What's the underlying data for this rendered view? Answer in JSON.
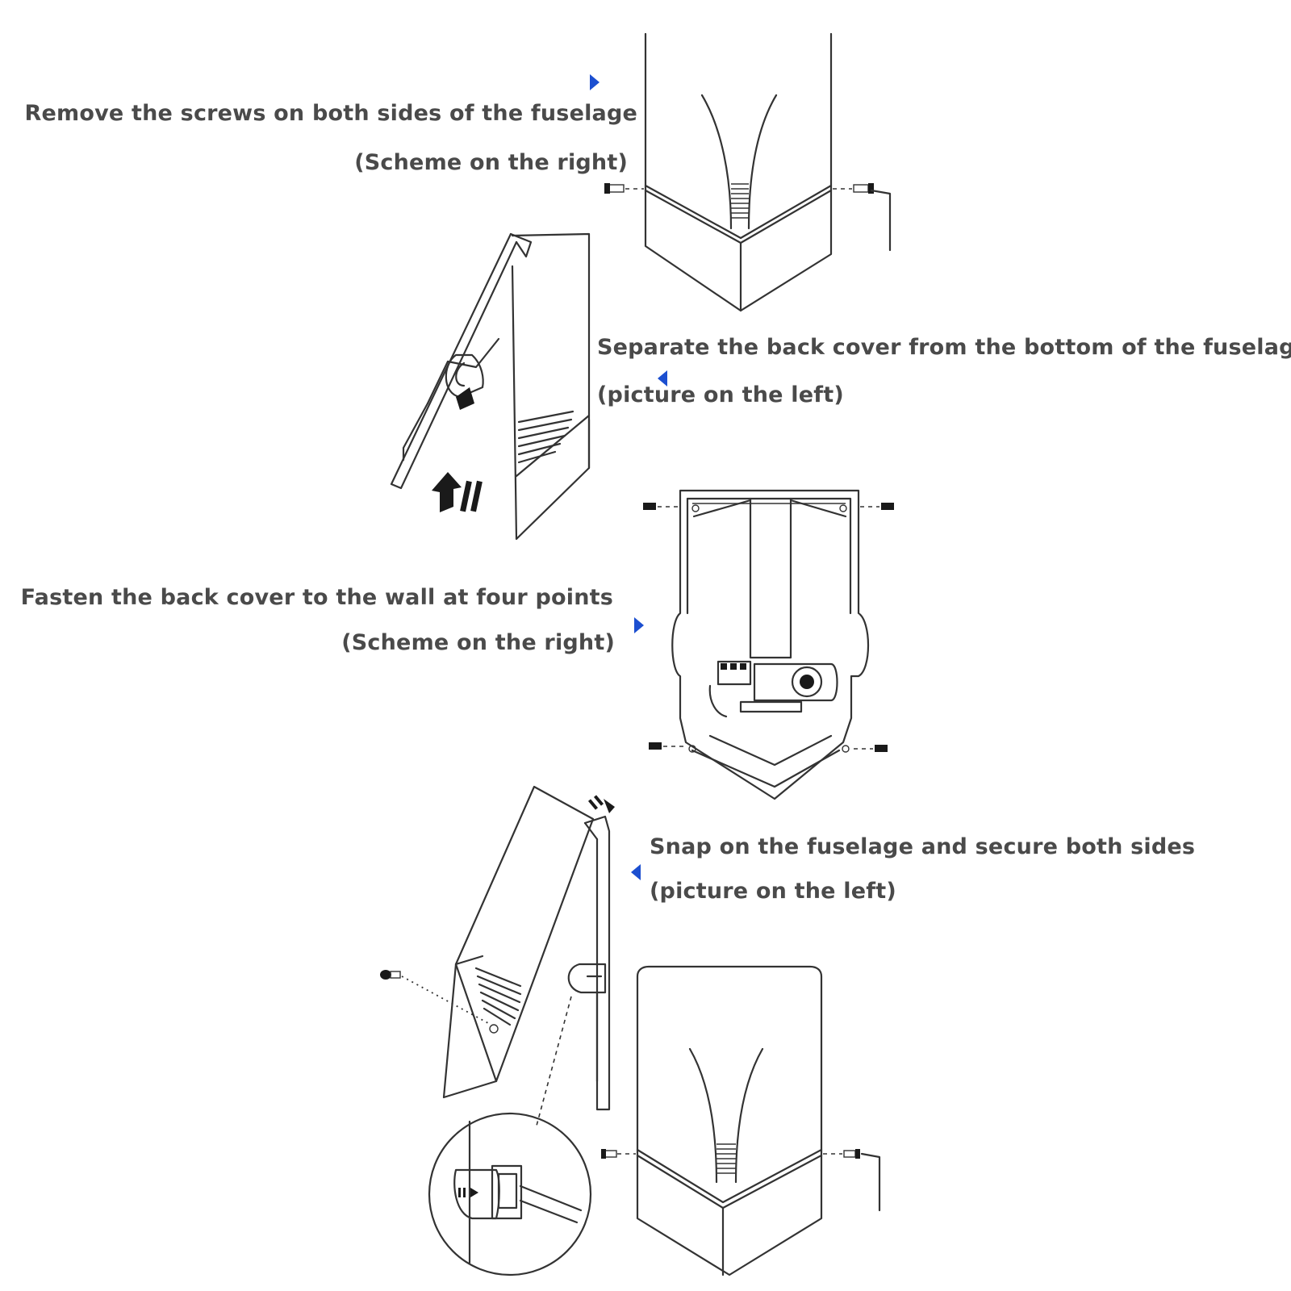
{
  "steps": [
    {
      "line1": "Remove the screws on both sides of the fuselage",
      "line2": "(Scheme on the right)"
    },
    {
      "line1": "Separate the back cover from the bottom of the fuselage",
      "line2": "(picture on the left)"
    },
    {
      "line1": "Fasten the back cover to the wall at four points",
      "line2": "(Scheme on the right)"
    },
    {
      "line1": "Snap on the fuselage and secure both sides",
      "line2": "(picture on the left)"
    }
  ],
  "colors": {
    "text": "#4a4a4a",
    "pointer": "#1c4fd0",
    "line": "#333333"
  },
  "icons": [
    "pointer-right-icon",
    "pointer-left-icon",
    "screw-icon",
    "allen-key-icon",
    "push-arrow-icon"
  ]
}
